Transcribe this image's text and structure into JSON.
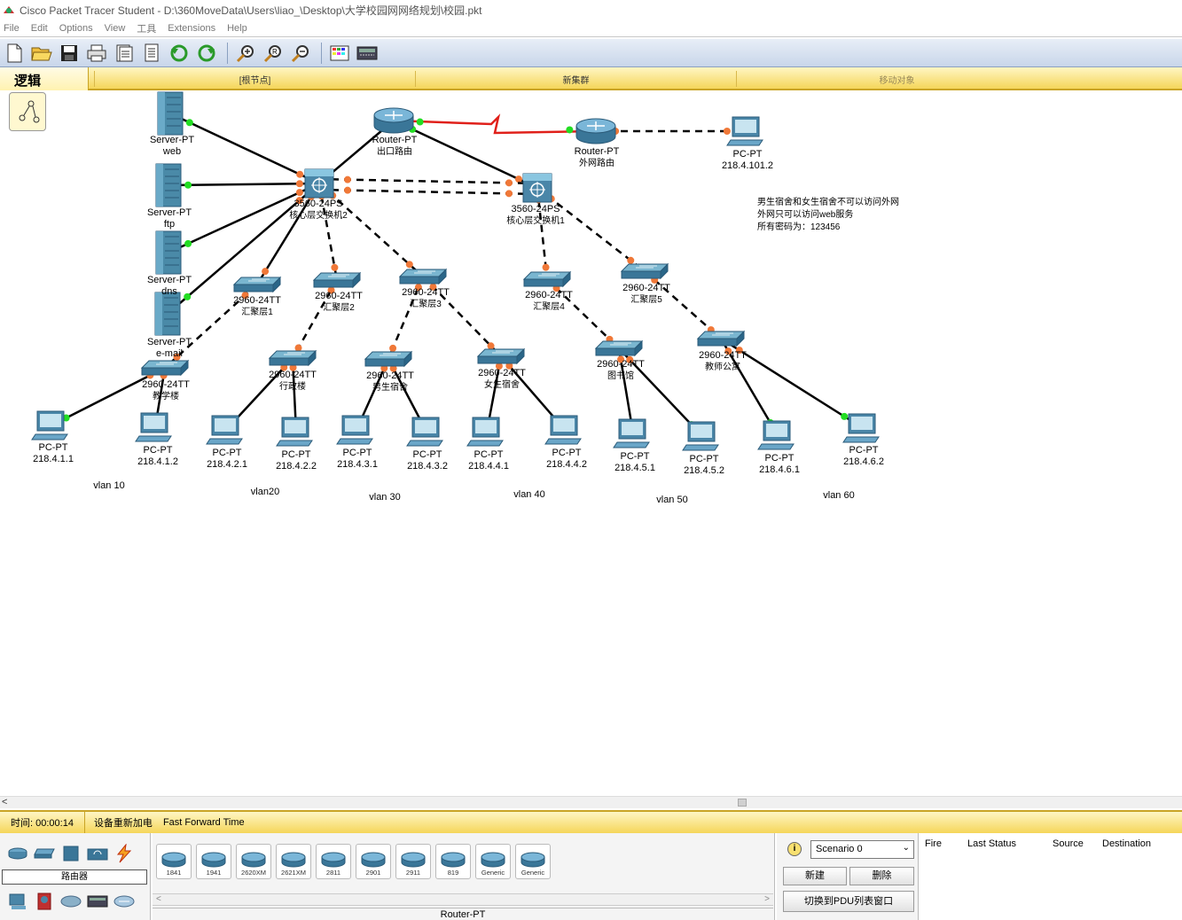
{
  "window": {
    "title": "Cisco Packet Tracer Student - D:\\360MoveData\\Users\\liao_\\Desktop\\大学校园网网络规划\\校园.pkt"
  },
  "menu": {
    "items": [
      "File",
      "Edit",
      "Options",
      "View",
      "工具",
      "Extensions",
      "Help"
    ]
  },
  "toolbar": {
    "icons": [
      "new-icon",
      "open-icon",
      "save-icon",
      "print-icon",
      "activity-wizard-icon",
      "doc-icon",
      "undo-icon",
      "redo-icon",
      "zoom-in-icon",
      "zoom-reset-icon",
      "zoom-out-icon",
      "palette-icon",
      "custom-device-icon"
    ]
  },
  "logical_bar": {
    "tab": "逻辑",
    "root": "[根节点]",
    "new_cluster": "新集群",
    "move_object": "移动对象"
  },
  "topology": {
    "devices": [
      {
        "id": "srv-web",
        "model": "Server-PT",
        "name": "web"
      },
      {
        "id": "srv-ftp",
        "model": "Server-PT",
        "name": "ftp"
      },
      {
        "id": "srv-dns",
        "model": "Server-PT",
        "name": "dns"
      },
      {
        "id": "srv-mail",
        "model": "Server-PT",
        "name": "e-mail"
      },
      {
        "id": "r-exit",
        "model": "Router-PT",
        "name": "出口路由"
      },
      {
        "id": "r-ext",
        "model": "Router-PT",
        "name": "外网路由"
      },
      {
        "id": "pc-ext",
        "model": "PC-PT",
        "name": "218.4.101.2"
      },
      {
        "id": "core2",
        "model": "3560-24PS",
        "name": "核心层交换机2"
      },
      {
        "id": "core1",
        "model": "3560-24PS",
        "name": "核心层交换机1"
      },
      {
        "id": "agg1",
        "model": "2960-24TT",
        "name": "汇聚层1"
      },
      {
        "id": "agg2",
        "model": "2960-24TT",
        "name": "汇聚层2"
      },
      {
        "id": "agg3",
        "model": "2960-24TT",
        "name": "汇聚层3"
      },
      {
        "id": "agg4",
        "model": "2960-24TT",
        "name": "汇聚层4"
      },
      {
        "id": "agg5",
        "model": "2960-24TT",
        "name": "汇聚层5"
      },
      {
        "id": "acc1",
        "model": "2960-24TT",
        "name": "教学楼"
      },
      {
        "id": "acc2",
        "model": "2960-24TT",
        "name": "行政楼"
      },
      {
        "id": "acc3",
        "model": "2960-24TT",
        "name": "男生宿舍"
      },
      {
        "id": "acc4",
        "model": "2960-24TT",
        "name": "女生宿舍"
      },
      {
        "id": "acc5",
        "model": "2960-24TT",
        "name": "图书馆"
      },
      {
        "id": "acc6",
        "model": "2960-24TT",
        "name": "教师公寓"
      },
      {
        "id": "pc1",
        "model": "PC-PT",
        "name": "218.4.1.1"
      },
      {
        "id": "pc2",
        "model": "PC-PT",
        "name": "218.4.1.2"
      },
      {
        "id": "pc3",
        "model": "PC-PT",
        "name": "218.4.2.1"
      },
      {
        "id": "pc4",
        "model": "PC-PT",
        "name": "218.4.2.2"
      },
      {
        "id": "pc5",
        "model": "PC-PT",
        "name": "218.4.3.1"
      },
      {
        "id": "pc6",
        "model": "PC-PT",
        "name": "218.4.3.2"
      },
      {
        "id": "pc7",
        "model": "PC-PT",
        "name": "218.4.4.1"
      },
      {
        "id": "pc8",
        "model": "PC-PT",
        "name": "218.4.4.2"
      },
      {
        "id": "pc9",
        "model": "PC-PT",
        "name": "218.4.5.1"
      },
      {
        "id": "pc10",
        "model": "PC-PT",
        "name": "218.4.5.2"
      },
      {
        "id": "pc11",
        "model": "PC-PT",
        "name": "218.4.6.1"
      },
      {
        "id": "pc12",
        "model": "PC-PT",
        "name": "218.4.6.2"
      }
    ],
    "links": [
      {
        "from": "srv-web",
        "to": "core2",
        "kind": "straight"
      },
      {
        "from": "srv-ftp",
        "to": "core2",
        "kind": "straight"
      },
      {
        "from": "srv-dns",
        "to": "core2",
        "kind": "straight"
      },
      {
        "from": "srv-mail",
        "to": "core2",
        "kind": "straight"
      },
      {
        "from": "r-exit",
        "to": "core2",
        "kind": "straight"
      },
      {
        "from": "r-exit",
        "to": "core1",
        "kind": "straight"
      },
      {
        "from": "r-exit",
        "to": "r-ext",
        "kind": "serial"
      },
      {
        "from": "r-ext",
        "to": "pc-ext",
        "kind": "cross"
      },
      {
        "from": "core2",
        "to": "core1",
        "kind": "cross"
      },
      {
        "from": "core2",
        "to": "core1",
        "kind": "cross"
      },
      {
        "from": "core2",
        "to": "agg1",
        "kind": "straight"
      },
      {
        "from": "core2",
        "to": "agg2",
        "kind": "cross"
      },
      {
        "from": "core2",
        "to": "agg3",
        "kind": "cross"
      },
      {
        "from": "core1",
        "to": "agg4",
        "kind": "cross"
      },
      {
        "from": "core1",
        "to": "agg5",
        "kind": "cross"
      },
      {
        "from": "agg1",
        "to": "acc1",
        "kind": "cross"
      },
      {
        "from": "agg2",
        "to": "acc2",
        "kind": "cross"
      },
      {
        "from": "agg3",
        "to": "acc3",
        "kind": "cross"
      },
      {
        "from": "agg3",
        "to": "acc4",
        "kind": "cross"
      },
      {
        "from": "agg4",
        "to": "acc5",
        "kind": "cross"
      },
      {
        "from": "agg5",
        "to": "acc6",
        "kind": "cross"
      },
      {
        "from": "acc1",
        "to": "pc1",
        "kind": "straight"
      },
      {
        "from": "acc1",
        "to": "pc2",
        "kind": "straight"
      },
      {
        "from": "acc2",
        "to": "pc3",
        "kind": "straight"
      },
      {
        "from": "acc2",
        "to": "pc4",
        "kind": "straight"
      },
      {
        "from": "acc3",
        "to": "pc5",
        "kind": "straight"
      },
      {
        "from": "acc3",
        "to": "pc6",
        "kind": "straight"
      },
      {
        "from": "acc4",
        "to": "pc7",
        "kind": "straight"
      },
      {
        "from": "acc4",
        "to": "pc8",
        "kind": "straight"
      },
      {
        "from": "acc5",
        "to": "pc9",
        "kind": "straight"
      },
      {
        "from": "acc5",
        "to": "pc10",
        "kind": "straight"
      },
      {
        "from": "acc6",
        "to": "pc11",
        "kind": "straight"
      },
      {
        "from": "acc6",
        "to": "pc12",
        "kind": "straight"
      }
    ],
    "vlan_labels": [
      "vlan 10",
      "vlan20",
      "vlan 30",
      "vlan 40",
      "vlan 50",
      "vlan 60"
    ],
    "note_lines": [
      "男生宿舍和女生宿舍不可以访问外网",
      "外网只可以访问web服务",
      "所有密码为：123456"
    ]
  },
  "status": {
    "time_label": "时间: 00:00:14",
    "power_cycle": "设备重新加电",
    "fast_forward": "Fast Forward Time"
  },
  "device_panel": {
    "category_label": "路由器",
    "models": [
      "1841",
      "1941",
      "2620XM",
      "2621XM",
      "2811",
      "2901",
      "2911",
      "819",
      "Generic",
      "Generic"
    ],
    "selected_model": "Router-PT"
  },
  "scenario": {
    "selected": "Scenario 0",
    "new_label": "新建",
    "delete_label": "删除",
    "toggle_label": "切换到PDU列表窗口"
  },
  "pdu_table": {
    "columns": [
      "Fire",
      "Last Status",
      "Source",
      "Destination"
    ]
  },
  "colors": {
    "link": "#000000",
    "serial": "#e0201a",
    "port_up": "#22dd22",
    "port_pending": "#f07838",
    "accent_bar": "#f5d65a"
  }
}
